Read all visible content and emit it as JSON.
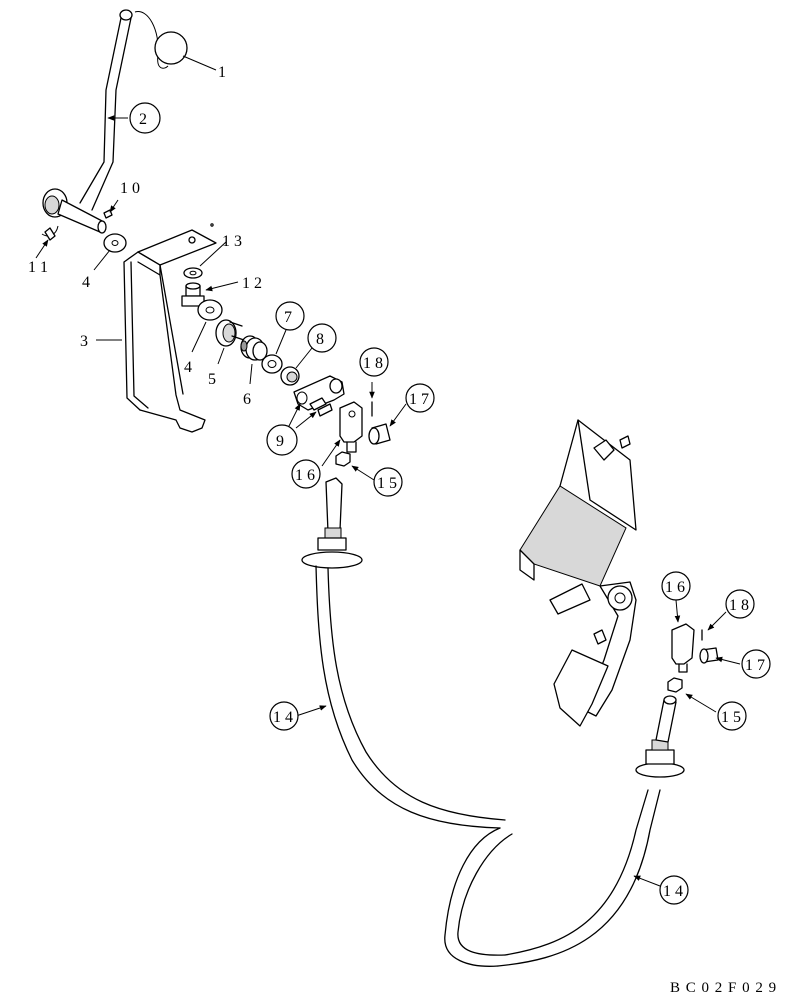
{
  "diagram": {
    "drawing_number": "B C 0 2 F 0 2 9",
    "callouts": [
      {
        "id": "c1",
        "label": "1",
        "circled": false
      },
      {
        "id": "c2",
        "label": "2",
        "circled": true
      },
      {
        "id": "c3",
        "label": "3",
        "circled": false
      },
      {
        "id": "c4a",
        "label": "4",
        "circled": false
      },
      {
        "id": "c4b",
        "label": "4",
        "circled": false
      },
      {
        "id": "c5",
        "label": "5",
        "circled": false
      },
      {
        "id": "c6",
        "label": "6",
        "circled": false
      },
      {
        "id": "c7",
        "label": "7",
        "circled": true
      },
      {
        "id": "c8",
        "label": "8",
        "circled": true
      },
      {
        "id": "c9",
        "label": "9",
        "circled": true
      },
      {
        "id": "c10",
        "label": "1 0",
        "circled": false
      },
      {
        "id": "c11",
        "label": "1 1",
        "circled": false
      },
      {
        "id": "c12",
        "label": "1 2",
        "circled": false
      },
      {
        "id": "c13",
        "label": "1 3",
        "circled": false
      },
      {
        "id": "c14a",
        "label": "1 4",
        "circled": true
      },
      {
        "id": "c14b",
        "label": "1 4",
        "circled": true
      },
      {
        "id": "c15a",
        "label": "1 5",
        "circled": true
      },
      {
        "id": "c15b",
        "label": "1 5",
        "circled": true
      },
      {
        "id": "c16a",
        "label": "1 6",
        "circled": true
      },
      {
        "id": "c16b",
        "label": "1 6",
        "circled": true
      },
      {
        "id": "c17a",
        "label": "1 7",
        "circled": true
      },
      {
        "id": "c17b",
        "label": "1 7",
        "circled": true
      },
      {
        "id": "c18a",
        "label": "1 8",
        "circled": true
      },
      {
        "id": "c18b",
        "label": "1 8",
        "circled": true
      }
    ]
  }
}
